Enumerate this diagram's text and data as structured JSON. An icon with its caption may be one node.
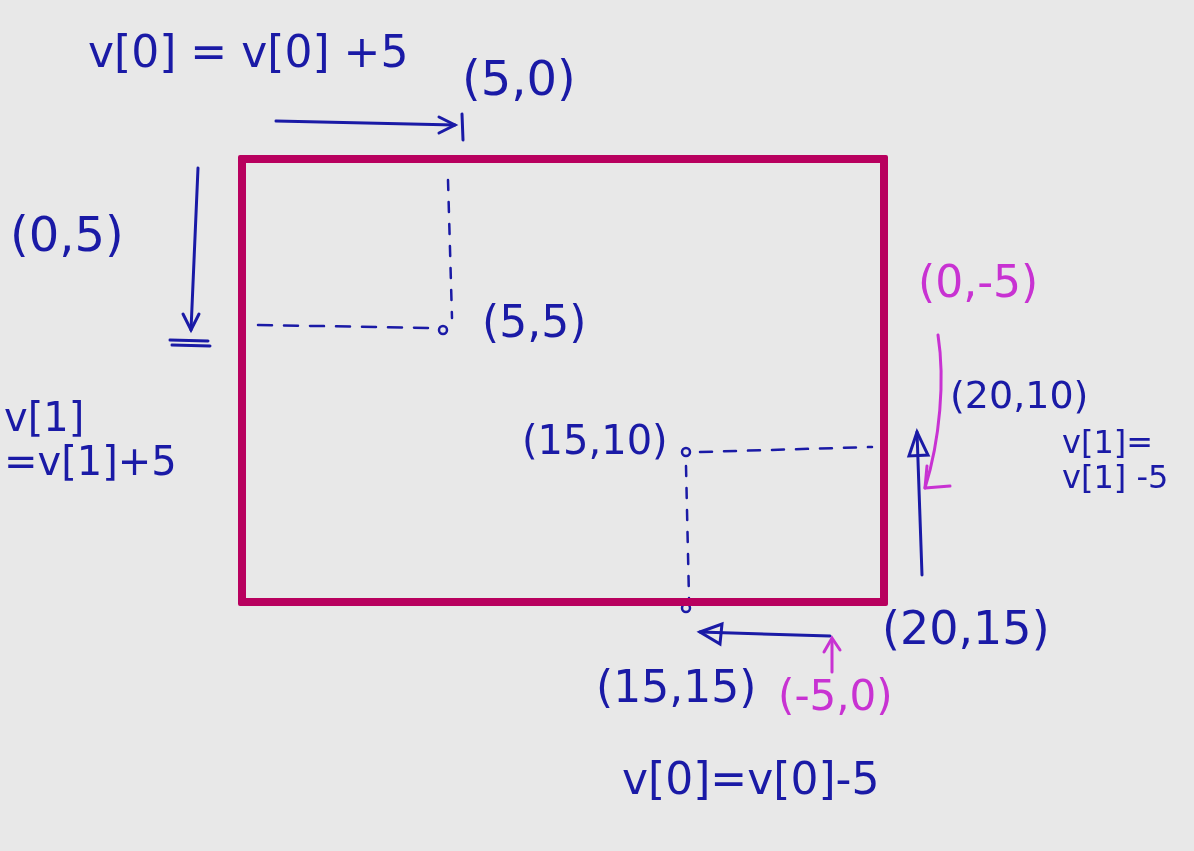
{
  "diagram": {
    "nodes": [
      {
        "text": [],
        "shape": "box"
      }
    ],
    "labels": [
      "v[0] = v[0] +5",
      "(5,0)",
      "(0,5)",
      "(5,5)",
      "(0,-5)",
      "v[1] =v[1]+5",
      "(20,10)",
      "(15,10)",
      "v[1]= v[1] -5",
      "(20,15)",
      "(15,15)",
      "(-5,0)",
      "v[0]=v[0]-5"
    ]
  }
}
